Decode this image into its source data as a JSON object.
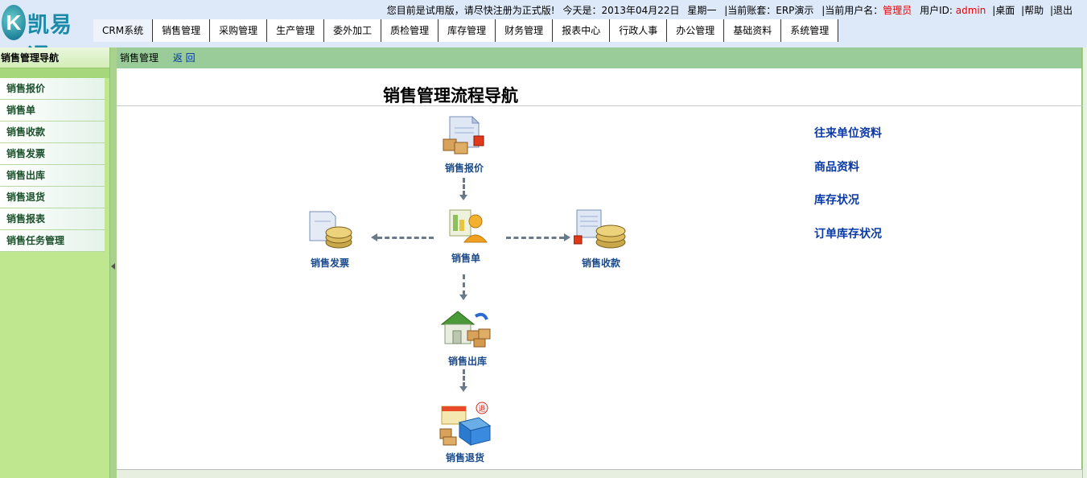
{
  "app": {
    "logo_text": "凯易通",
    "logo_letter": "K"
  },
  "topbar": {
    "trial_notice": "您目前是试用版，请尽快注册为正式版!",
    "today_label": "今天是：2013年04月22日",
    "weekday": "星期一",
    "account_label": "|当前账套：ERP演示",
    "user_label": "|当前用户名：",
    "user_name": "管理员",
    "userid_label": "用户ID: ",
    "userid_value": "admin",
    "desktop": "|桌面",
    "help": "|帮助",
    "logout": "|退出"
  },
  "nav": {
    "items": [
      "CRM系统",
      "销售管理",
      "采购管理",
      "生产管理",
      "委外加工",
      "质检管理",
      "库存管理",
      "财务管理",
      "报表中心",
      "行政人事",
      "办公管理",
      "基础资料",
      "系统管理"
    ]
  },
  "sidebar": {
    "title": "销售管理导航",
    "items": [
      "销售报价",
      "销售单",
      "销售收款",
      "销售发票",
      "销售出库",
      "销售退货",
      "销售报表",
      "销售任务管理"
    ]
  },
  "breadcrumb": {
    "current": "销售管理",
    "back": "返 回"
  },
  "main": {
    "title": "销售管理流程导航",
    "flow": {
      "quote": "销售报价",
      "order": "销售单",
      "invoice": "销售发票",
      "receipt": "销售收款",
      "outbound": "销售出库",
      "return": "销售退货"
    },
    "quick_links": [
      "往来单位资料",
      "商品资料",
      "库存状况",
      "订单库存状况"
    ]
  },
  "colors": {
    "accent_red": "#e00000",
    "link_blue": "#0a3aa8",
    "sidebar_green": "#bfe78f",
    "crumb_green": "#99cc99"
  }
}
